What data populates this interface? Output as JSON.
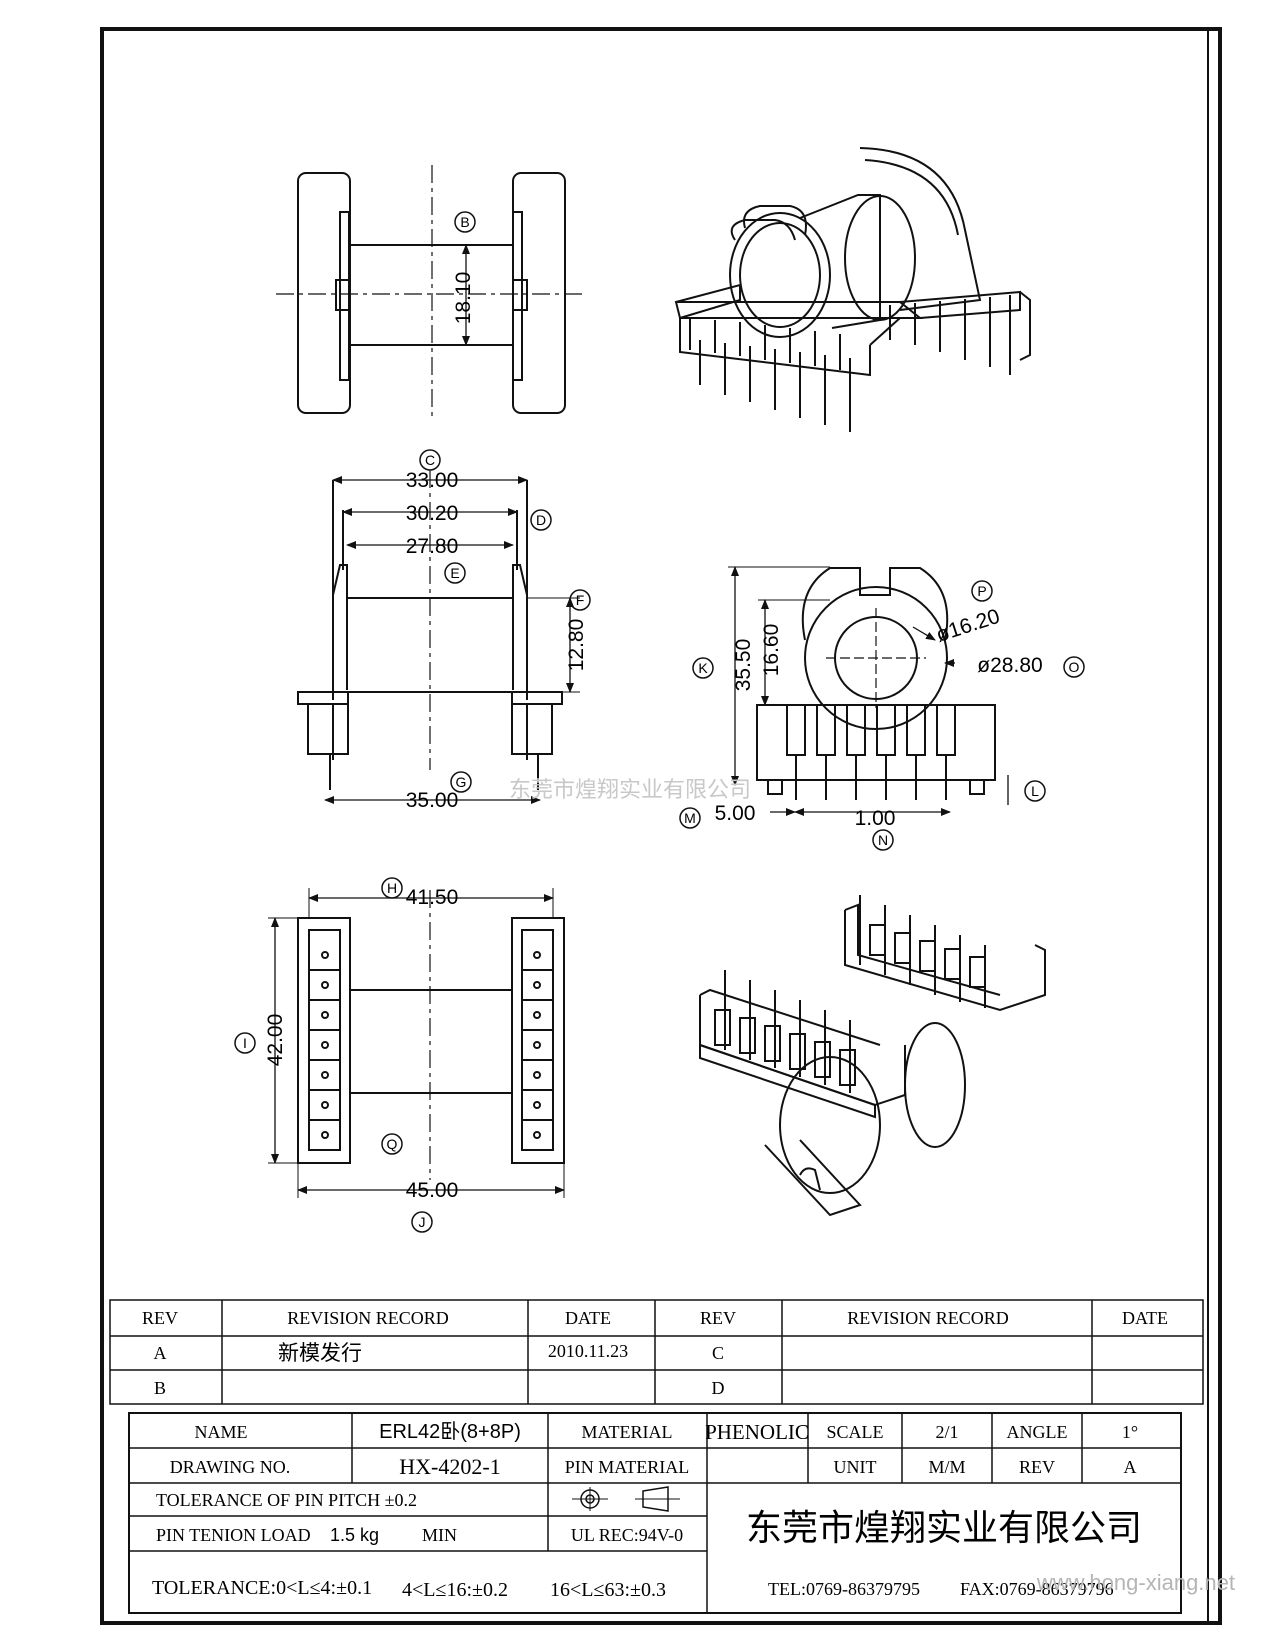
{
  "dimensions": {
    "top_view_height": "18.10",
    "front_outer_width": "33.00",
    "front_mid_width": "30.20",
    "front_inner_width": "27.80",
    "front_winding_height": "12.80",
    "front_base_width": "35.00",
    "side_total_height": "35.50",
    "side_center_height": "16.60",
    "side_inner_dia": "ø16.20",
    "side_outer_dia": "ø28.80",
    "side_pin_row": "5.00",
    "side_pin_pitch": "1.00",
    "bottom_inner_width": "41.50",
    "bottom_height": "42.00",
    "bottom_outer_width": "45.00"
  },
  "markers": [
    "B",
    "C",
    "D",
    "E",
    "F",
    "G",
    "H",
    "I",
    "J",
    "K",
    "L",
    "M",
    "N",
    "O",
    "P",
    "Q"
  ],
  "watermark_center": "东莞市煌翔实业有限公司",
  "watermark_corner": "www.hong-xiang.net",
  "revision": {
    "headers": [
      "REV",
      "REVISION RECORD",
      "DATE",
      "REV",
      "REVISION RECORD",
      "DATE"
    ],
    "rows": [
      [
        "A",
        "新模发行",
        "2010.11.23",
        "C",
        "",
        ""
      ],
      [
        "B",
        "",
        "",
        "D",
        "",
        ""
      ]
    ]
  },
  "title_block": {
    "name_label": "NAME",
    "name_value": "ERL42卧(8+8P)",
    "material_label": "MATERIAL",
    "material_value": "PHENOLIC",
    "scale_label": "SCALE",
    "scale_value": "2/1",
    "angle_label": "ANGLE",
    "angle_value": "1°",
    "drawing_no_label": "DRAWING NO.",
    "drawing_no_value": "HX-4202-1",
    "pin_material_label": "PIN MATERIAL",
    "unit_label": "UNIT",
    "unit_value": "M/M",
    "rev_label": "REV",
    "rev_value": "A",
    "pin_pitch_tolerance": "TOLERANCE OF PIN PITCH ±0.2",
    "pin_tension_label": "PIN TENION LOAD",
    "pin_tension_value": "1.5 kg",
    "pin_tension_min": "MIN",
    "ul_rec": "UL REC:94V-0",
    "company": "东莞市煌翔实业有限公司",
    "tolerance_1": "TOLERANCE:0<L≤4:±0.1",
    "tolerance_2": "4<L≤16:±0.2",
    "tolerance_3": "16<L≤63:±0.3",
    "tel": "TEL:0769-86379795",
    "fax": "FAX:0769-86379796"
  }
}
